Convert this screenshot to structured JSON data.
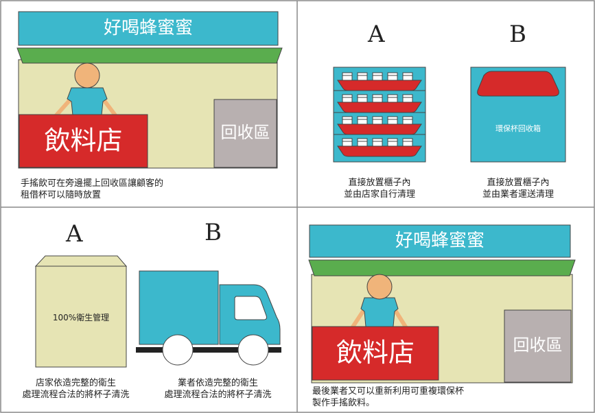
{
  "panel1": {
    "sign": "好喝蜂蜜蜜",
    "counter_label": "飲料店",
    "recycle_label": "回收區",
    "caption_line1": "手搖飲可在旁邊擺上回收區讓顧客的",
    "caption_line2": "租借杯可以隨時放置"
  },
  "panel2": {
    "label_a": "A",
    "label_b": "B",
    "box_b_label": "環保杯回收箱",
    "caption_a_line1": "直接放置櫃子內",
    "caption_a_line2": "並由店家自行清理",
    "caption_b_line1": "直接放置櫃子內",
    "caption_b_line2": "並由業者運送清理"
  },
  "panel3": {
    "label_a": "A",
    "label_b": "B",
    "box_label": "100%衛生管理",
    "caption_a_line1": "店家依造完整的衛生",
    "caption_a_line2": "處理流程合法的將杯子清洗",
    "caption_b_line1": "業者依造完整的衛生",
    "caption_b_line2": "處理流程合法的將杯子清洗"
  },
  "panel4": {
    "sign": "好喝蜂蜜蜜",
    "counter_label": "飲料店",
    "recycle_label": "回收區",
    "caption_line1": "最後業者又可以重新利用可重複環保杯",
    "caption_line2": "製作手搖飲料。"
  },
  "colors": {
    "sign": "#3cb8cc",
    "awning": "#5aad4e",
    "wall": "#e6e4b4",
    "counter": "#d62a2a",
    "recycle": "#b8b0b0",
    "skin": "#f0b47a",
    "shirt": "#3cb8cc",
    "tray": "#d62a2a",
    "border": "#888888"
  }
}
